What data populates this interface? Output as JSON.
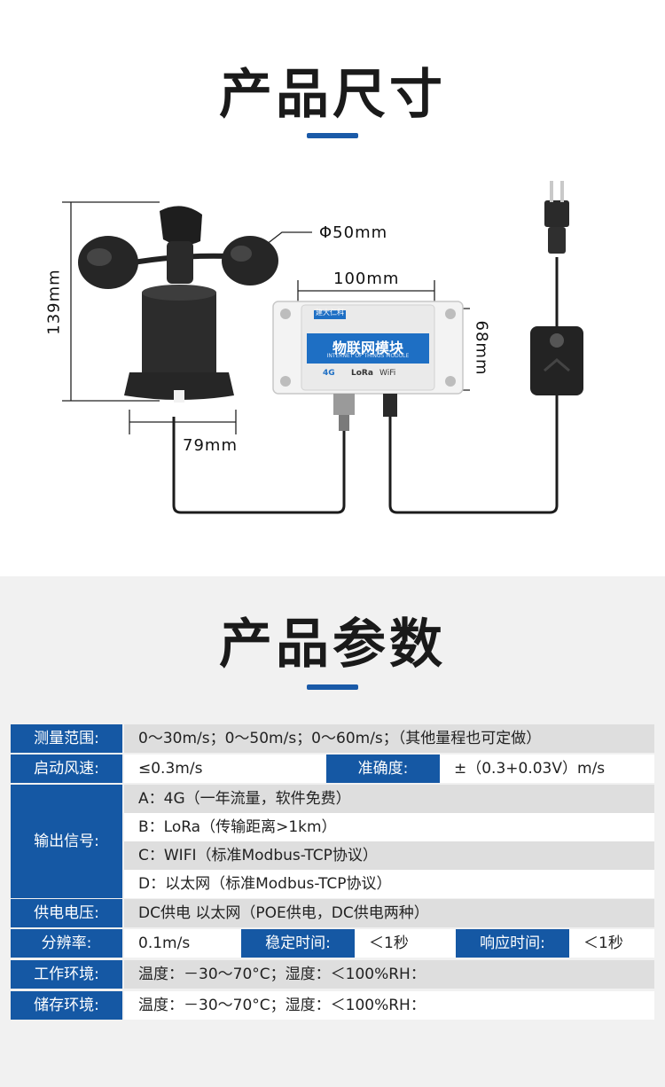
{
  "section_size": {
    "title": "产品尺寸",
    "dims": {
      "wind_cup_diameter": "Φ50mm",
      "height": "139mm",
      "base_width": "79mm",
      "module_width": "100mm",
      "module_height": "68mm"
    },
    "module": {
      "brand": "建大仁科",
      "name": "物联网模块",
      "subtitle": "INTERNET OF THINGS MODULE",
      "badges": [
        "4G",
        "LoRa",
        "WiFi"
      ]
    }
  },
  "section_params": {
    "title": "产品参数",
    "rows": {
      "range_label": "测量范围:",
      "range_value": "0～30m/s；0～50m/s；0～60m/s；（其他量程也可定做）",
      "start_label": "启动风速:",
      "start_value": "≤0.3m/s",
      "accuracy_label": "准确度:",
      "accuracy_value": "±（0.3+0.03V）m/s",
      "output_label": "输出信号:",
      "output_a": "A：4G（一年流量，软件免费）",
      "output_b": "B：LoRa（传输距离>1km）",
      "output_c": "C：WIFI（标准Modbus-TCP协议）",
      "output_d": "D：以太网（标准Modbus-TCP协议）",
      "power_label": "供电电压:",
      "power_value": "DC供电 以太网（POE供电，DC供电两种）",
      "resolution_label": "分辨率:",
      "resolution_value": "0.1m/s",
      "stable_label": "稳定时间:",
      "stable_value": "＜1秒",
      "response_label": "响应时间:",
      "response_value": "＜1秒",
      "work_env_label": "工作环境:",
      "work_env_value": "温度：－30～70°C；湿度：＜100%RH：",
      "storage_env_label": "储存环境:",
      "storage_env_value": "温度：－30～70°C；湿度：＜100%RH："
    }
  },
  "colors": {
    "accent": "#1558a4",
    "row_shade": "#dedede",
    "section_bg": "#f1f1f1"
  }
}
